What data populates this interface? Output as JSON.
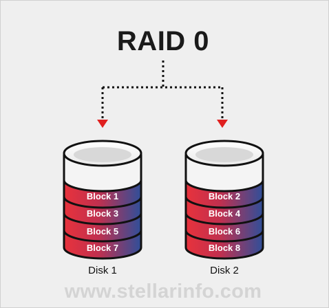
{
  "title": "RAID 0",
  "disks": [
    {
      "label": "Disk 1",
      "blocks": [
        "Block 1",
        "Block 3",
        "Block 5",
        "Block 7"
      ]
    },
    {
      "label": "Disk 2",
      "blocks": [
        "Block 2",
        "Block 4",
        "Block 6",
        "Block 8"
      ]
    }
  ],
  "watermark": "www.stellarinfo.com",
  "colors": {
    "background": "#efefef",
    "block_red": "#e8323c",
    "block_blue": "#2f4f9a",
    "arrow": "#e0201f",
    "outline": "#111111"
  }
}
